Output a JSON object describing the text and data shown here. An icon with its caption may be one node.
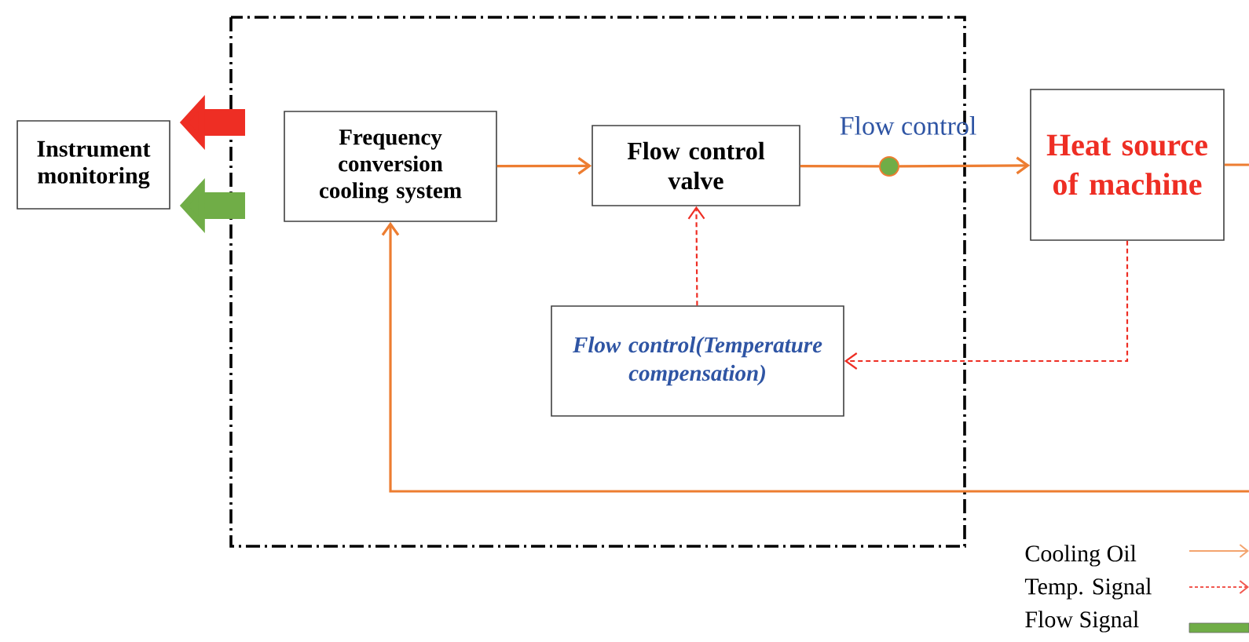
{
  "diagram": {
    "nodes": [
      {
        "text": [
          "Instrument monitoring"
        ]
      },
      {
        "text": [
          "Frequency conversion cooling system"
        ]
      },
      {
        "text": [
          "Flow control valve"
        ]
      },
      {
        "text": [
          "Heat source of machine"
        ]
      },
      {
        "text": [
          "Flow control(Temperature compensation)"
        ]
      },
      {
        "text": [],
        "shape": "circle",
        "beside": [
          "Flow control"
        ]
      }
    ],
    "edges": [
      {
        "from": null,
        "to": 0,
        "arrow": "to",
        "style": "thick",
        "color": "#ee2e24"
      },
      {
        "from": null,
        "to": 0,
        "arrow": "to",
        "style": "thick",
        "color": "#70ad47"
      },
      {
        "from": 1,
        "to": 2,
        "arrow": "to"
      },
      {
        "from": 2,
        "to": 5,
        "arrow": "none"
      },
      {
        "from": 5,
        "to": 3,
        "arrow": "to"
      },
      {
        "from": 3,
        "to": 4,
        "arrow": "to",
        "style": "dashed",
        "color": "#ee2e24"
      },
      {
        "from": 4,
        "to": 2,
        "arrow": "to",
        "style": "dashed",
        "color": "#ee2e24"
      },
      {
        "from": 3,
        "to": null,
        "arrow": "none"
      },
      {
        "from": null,
        "to": 1,
        "arrow": "to"
      }
    ],
    "legend": [
      {
        "text": "Cooling Oil"
      },
      {
        "text": "Temp. Signal"
      },
      {
        "text": "Flow Signal",
        "color": "#70ad47"
      }
    ]
  }
}
